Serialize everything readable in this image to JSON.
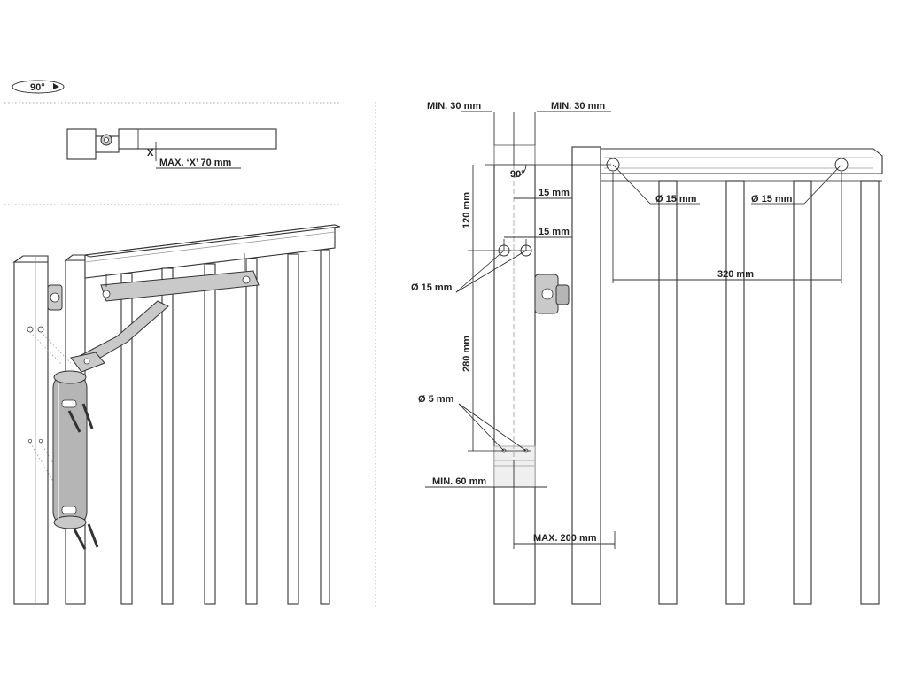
{
  "rotation_badge": {
    "label": "90°"
  },
  "detail_top": {
    "x_mark": "X",
    "max_x_label": "MAX. ‘X’ 70 mm"
  },
  "right_drawing": {
    "min_30_left": "MIN. 30 mm",
    "min_30_right": "MIN. 30 mm",
    "angle_90": "90°",
    "dim_120": "120 mm",
    "dim_15_a": "15 mm",
    "dim_15_b": "15 mm",
    "dia_15_left": "Ø 15 mm",
    "dim_280": "280 mm",
    "dia_5": "Ø 5 mm",
    "min_60": "MIN. 60 mm",
    "max_200": "MAX. 200 mm",
    "dia_15_top_left": "Ø 15 mm",
    "dia_15_top_right": "Ø 15 mm",
    "dim_320": "320 mm"
  },
  "colors": {
    "line": "#333333",
    "metal": "#c9c9c9",
    "background": "#ffffff"
  }
}
